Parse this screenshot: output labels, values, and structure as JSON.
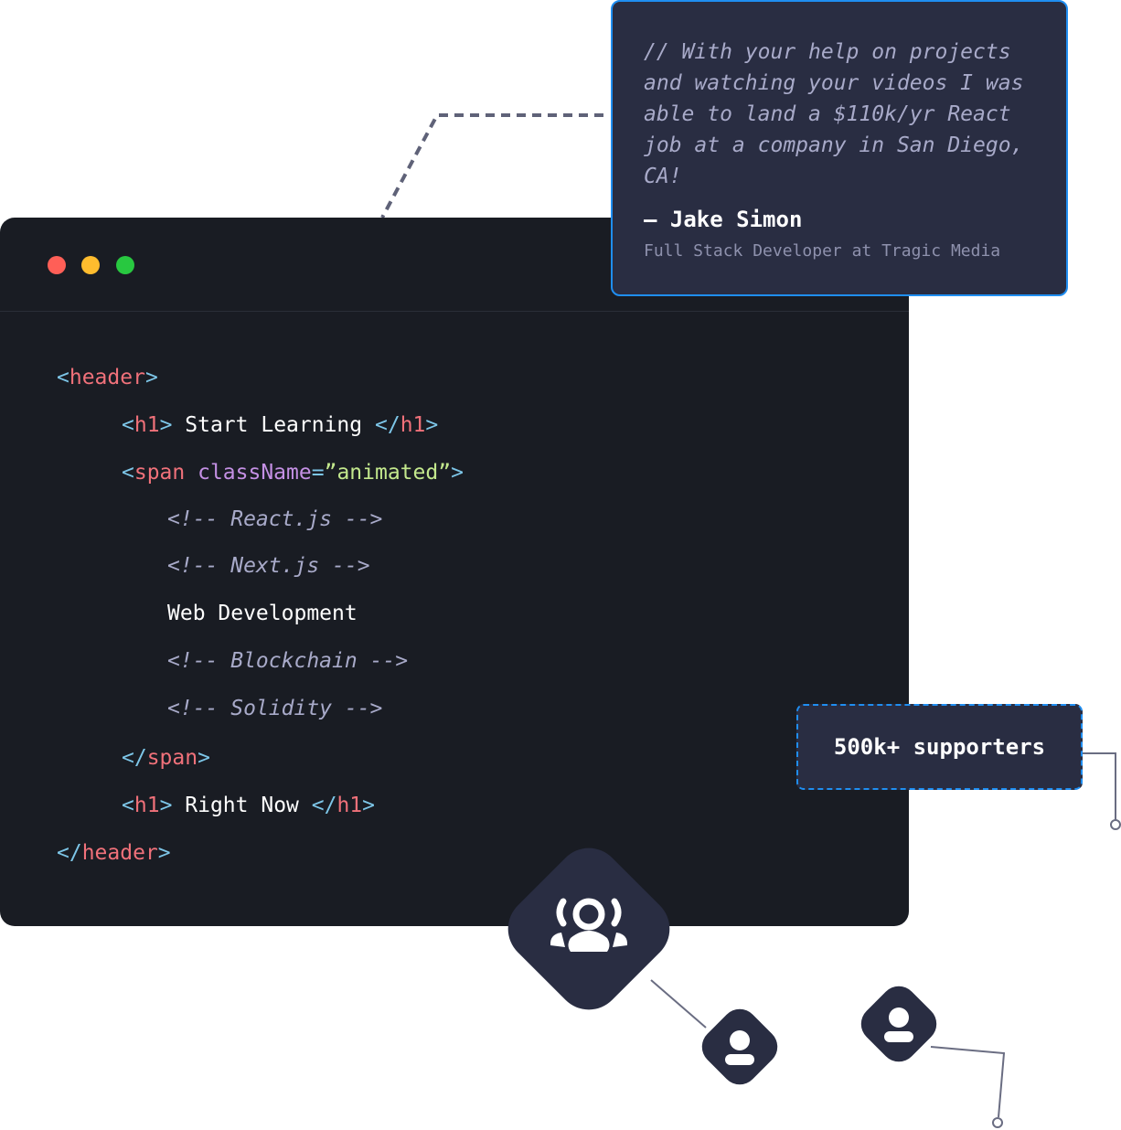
{
  "editor": {
    "window_controls": [
      "close",
      "minimize",
      "maximize"
    ],
    "code": {
      "header_open": {
        "open": "<",
        "tag": "header",
        "close": ">"
      },
      "h1_start": {
        "open_lt": "<",
        "open_tag": "h1",
        "open_gt": ">",
        "text": " Start Learning ",
        "close_lt": "</",
        "close_tag": "h1",
        "close_gt": ">"
      },
      "span_open": {
        "lt": "<",
        "tag": "span",
        "attr": " className",
        "eq": "=",
        "value": "”animated”",
        "gt": ">"
      },
      "comment_react": "<!-- React.js -->",
      "comment_next": "<!-- Next.js -->",
      "web_dev": "Web Development",
      "comment_blockchain": "<!-- Blockchain -->",
      "comment_solidity": "<!-- Solidity -->",
      "span_close": {
        "lt": "</",
        "tag": "span",
        "gt": ">"
      },
      "h1_right": {
        "open_lt": "<",
        "open_tag": "h1",
        "open_gt": ">",
        "text": " Right Now ",
        "close_lt": "</",
        "close_tag": "h1",
        "close_gt": ">"
      },
      "header_close": {
        "open": "</",
        "tag": "header",
        "close": ">"
      }
    }
  },
  "testimonial": {
    "quote": "// With your help on projects and watching your videos I was able to land a $110k/yr React job at a company in San Diego, CA!",
    "author": "– Jake Simon",
    "role": "Full Stack Developer at Tragic Media"
  },
  "supporters": {
    "label": "500k+ supporters"
  },
  "icons": {
    "group": "users-group-icon",
    "user_1": "user-icon",
    "user_2": "user-icon"
  },
  "colors": {
    "editor_bg": "#191c23",
    "card_bg": "#292d42",
    "accent_blue": "#1f8ef1",
    "tag_red": "#f0717a",
    "bracket_cyan": "#7dc6e8",
    "attr_purple": "#c490e4",
    "string_green": "#c3e88d",
    "comment_gray": "#a8aac9"
  }
}
